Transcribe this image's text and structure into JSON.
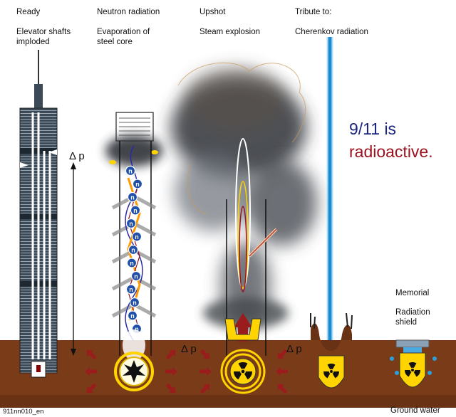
{
  "labels": {
    "col1_title": "Ready",
    "col1_sub": "Elevator shafts\nimploded",
    "col2_title": "Neutron radiation",
    "col2_sub": "Evaporation of\nsteel core",
    "col3_title": "Upshot",
    "col3_sub": "Steam explosion",
    "col4_title": "Tribute to:",
    "col4_sub": "Cherenkov radiation",
    "memorial": "Memorial",
    "radiation_shield": "Radiation\nshield",
    "ground_water": "Ground water",
    "footer_id": "911nn010_en"
  },
  "headline": {
    "line1": "9/11 is",
    "line2": "radioactive.",
    "line1_color": "#1a237e",
    "line2_color": "#9b111e"
  },
  "symbols": {
    "delta_p": "Δ p",
    "neutron": "n"
  },
  "colors": {
    "ground": "#7a3b18",
    "tower": "#3c4a57",
    "core_yellow": "#ffd400",
    "arrow_red": "#9b1c1c",
    "beam_blue": "#33a8e0",
    "smoke_dark": "#2e3338"
  }
}
